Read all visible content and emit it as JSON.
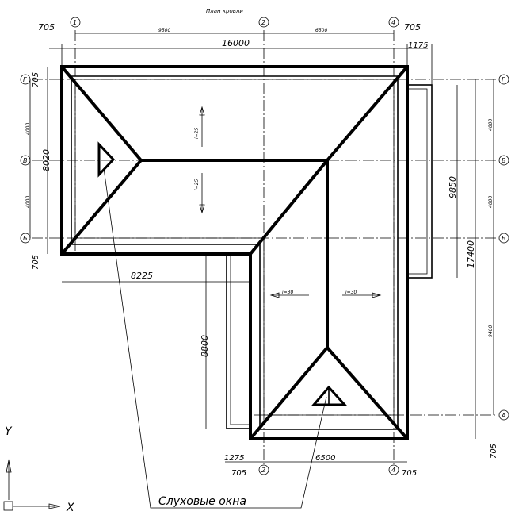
{
  "title": "План кровли",
  "axes": {
    "a1": "1",
    "a2": "2",
    "a4": "4",
    "g": "Г",
    "v": "В",
    "b": "Б",
    "a": "А"
  },
  "dims": {
    "top_left_overhang": "705",
    "top_span_1": "9500",
    "top_span_2": "6500",
    "top_total": "16000",
    "top_right_overhang": "705",
    "top_right_bay": "1175",
    "left_top_overhang": "705",
    "left_span_1": "4000",
    "left_span_2": "4000",
    "left_total": "8020",
    "left_bottom_overhang": "705",
    "wing_width": "8225",
    "wing_depth": "8800",
    "right_span_1": "4000",
    "right_span_2": "4000",
    "right_bay": "9850",
    "right_total": "17400",
    "right_span_3": "9400",
    "right_bottom_overhang": "705",
    "bottom_left_bay": "1275",
    "bottom_left_overhang": "705",
    "bottom_span": "6500",
    "bottom_right_overhang": "705"
  },
  "slopes": {
    "north": "i=25",
    "south": "i=25",
    "west": "i=30",
    "east": "i=30"
  },
  "annotation": "Слуховые окна",
  "ucs": {
    "x": "X",
    "y": "Y"
  }
}
